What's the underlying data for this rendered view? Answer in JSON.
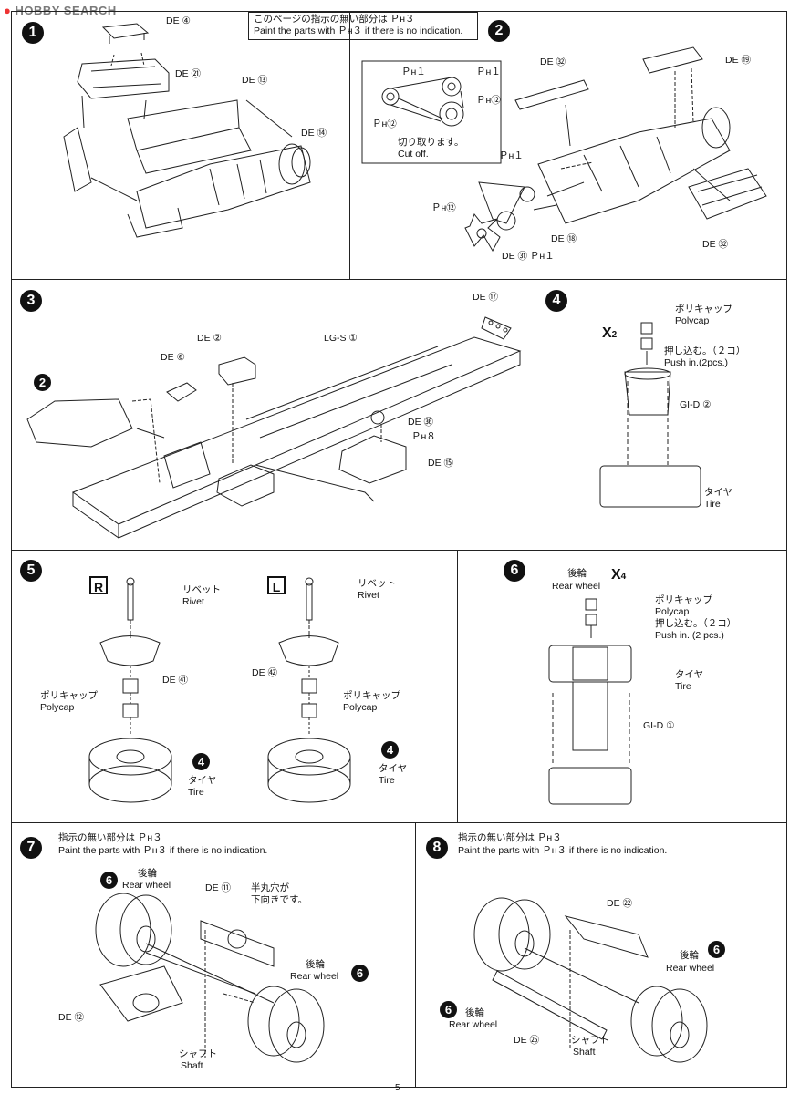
{
  "watermark": {
    "brand": "HOBBY SEARCH"
  },
  "page_number": "5",
  "steps": [
    {
      "num": "1"
    },
    {
      "num": "2"
    },
    {
      "num": "3"
    },
    {
      "num": "4"
    },
    {
      "num": "5"
    },
    {
      "num": "6"
    },
    {
      "num": "7"
    },
    {
      "num": "8"
    }
  ],
  "step1": {
    "note_jp": "このページの指示の無い部分は Ｐн３",
    "note_en": "Paint the parts with Ｐн３ if there is no indication.",
    "labels": [
      "DE ④",
      "DE ㉑",
      "DE ⑬",
      "DE ⑭"
    ]
  },
  "step2": {
    "inset_labels": [
      "Ｐн１",
      "Ｐн１",
      "Ｐн⑫",
      "Ｐн⑫"
    ],
    "cut_jp": "切り取ります。",
    "cut_en": "Cut off.",
    "labels": [
      "DE ㉜",
      "DE ⑲",
      "Ｐн１",
      "Ｐн⑫",
      "DE ⑱",
      "DE ㉛ Ｐн１",
      "DE ㉜"
    ]
  },
  "step3": {
    "labels": [
      "DE ⑰",
      "DE ②",
      "LG-S ①",
      "DE ⑥",
      "DE ㊱",
      "Ｐн８",
      "DE ⑮"
    ],
    "ref": "2"
  },
  "step4": {
    "qty": "X",
    "qty_n": "2",
    "polycap_jp": "ポリキャップ",
    "polycap_en": "Polycap",
    "push_jp": "押し込む。（２コ）",
    "push_en": "Push in.(2pcs.)",
    "part": "GI-D ②",
    "tire_jp": "タイヤ",
    "tire_en": "Tire"
  },
  "step5": {
    "side_r": "R",
    "side_l": "L",
    "rivet_jp": "リベット",
    "rivet_en": "Rivet",
    "part_r": "DE ㊶",
    "part_l": "DE ㊷",
    "polycap_jp": "ポリキャップ",
    "polycap_en": "Polycap",
    "ref": "4",
    "tire_jp": "タイヤ",
    "tire_en": "Tire"
  },
  "step6": {
    "rear_jp": "後輪",
    "rear_en": "Rear wheel",
    "qty": "X",
    "qty_n": "4",
    "polycap_jp": "ポリキャップ",
    "polycap_en": "Polycap",
    "push_jp": "押し込む。（２コ）",
    "push_en": "Push in. (2 pcs.)",
    "tire_jp": "タイヤ",
    "tire_en": "Tire",
    "part": "GI-D ①"
  },
  "step7": {
    "note_jp": "指示の無い部分は Ｐн３",
    "note_en": "Paint the parts with Ｐн３ if there is no indication.",
    "ref": "6",
    "rear_jp": "後輪",
    "rear_en": "Rear wheel",
    "part_11": "DE ⑪",
    "half_jp_1": "半丸穴が",
    "half_jp_2": "下向きです。",
    "part_12": "DE ⑫",
    "shaft_jp": "シャフト",
    "shaft_en": "Shaft"
  },
  "step8": {
    "note_jp": "指示の無い部分は Ｐн３",
    "note_en": "Paint the parts with Ｐн３ if there is no indication.",
    "ref": "6",
    "rear_jp": "後輪",
    "rear_en": "Rear wheel",
    "part_22": "DE ㉒",
    "part_25": "DE ㉕",
    "shaft_jp": "シャフト",
    "shaft_en": "Shaft"
  }
}
